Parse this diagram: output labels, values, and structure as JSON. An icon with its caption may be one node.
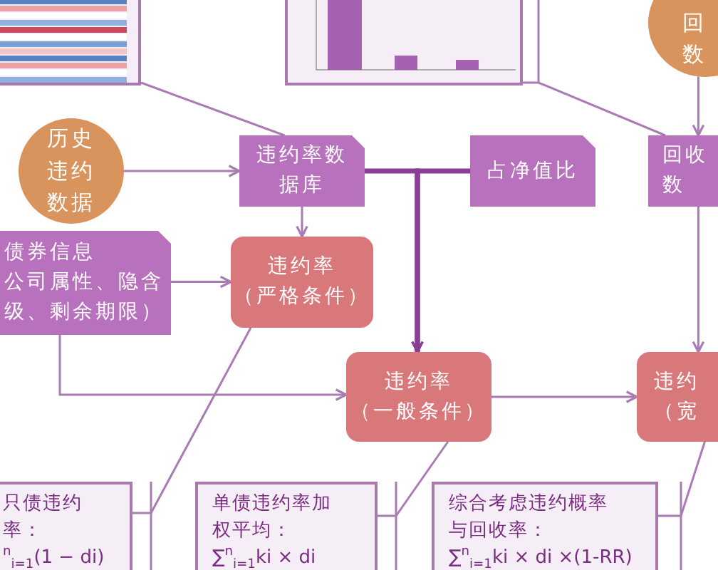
{
  "diagram": {
    "nodes": [
      {
        "text": [],
        "shape": "picture"
      },
      {
        "text": [],
        "shape": "picture"
      },
      {
        "text": [
          "历回数"
        ]
      },
      {
        "text": [
          "历史违约数据"
        ]
      },
      {
        "text": [
          "违约率数据库"
        ]
      },
      {
        "text": [
          "占净值比"
        ]
      },
      {
        "text": [
          "回收数"
        ]
      },
      {
        "text": [
          "债券信息公司属性、隐含级、剩余期限）"
        ]
      },
      {
        "text": [
          "违约率（严格条件）"
        ]
      },
      {
        "text": [
          "违约率（一般条件）"
        ]
      },
      {
        "text": [
          "违约（宽"
        ]
      },
      {
        "text": [
          "只债违约率：",
          "$^{n}$$_{i=1}$(1 − di)"
        ]
      },
      {
        "text": [
          "单债违约率加权平均：",
          "∑$^{n}$$_{i=1}$ki × di"
        ]
      },
      {
        "text": [
          "综合考虑违约概率与回收率：",
          "∑$^{n}$$_{i=1}$ki × di ×(1-RR)"
        ]
      }
    ],
    "edges": [
      {
        "from": 3,
        "to": 4,
        "arrow": "to"
      },
      {
        "from": 4,
        "to": 8,
        "arrow": "to"
      },
      {
        "from": 4,
        "to": 9,
        "arrow": "to",
        "style": "thick",
        "color": "#8a3e96"
      },
      {
        "from": 5,
        "to": 9,
        "arrow": "to",
        "style": "thick",
        "color": "#8a3e96"
      },
      {
        "from": 7,
        "to": 8,
        "arrow": "to"
      },
      {
        "from": 7,
        "to": 9,
        "arrow": "to"
      },
      {
        "from": 9,
        "to": 10,
        "arrow": "to"
      },
      {
        "from": 2,
        "to": 6,
        "arrow": "to"
      },
      {
        "from": 6,
        "to": 10,
        "arrow": "to"
      },
      {
        "from": 0,
        "to": 4,
        "arrow": "none"
      },
      {
        "from": 1,
        "to": 6,
        "arrow": "none"
      },
      {
        "from": 8,
        "to": 11,
        "arrow": "none"
      },
      {
        "from": 9,
        "to": 12,
        "arrow": "none"
      },
      {
        "from": 10,
        "to": 13,
        "arrow": "none"
      }
    ]
  }
}
